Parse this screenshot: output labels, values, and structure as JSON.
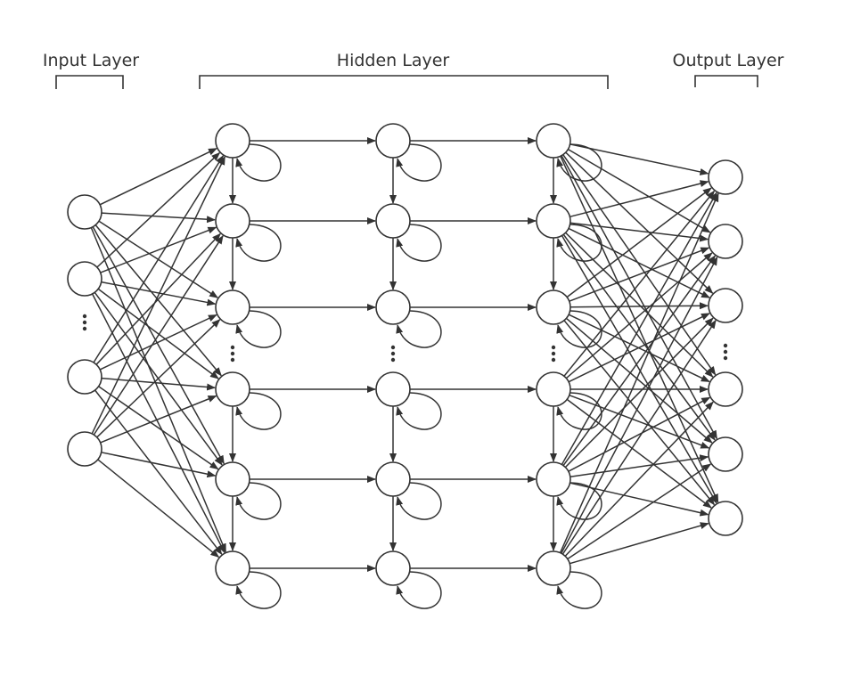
{
  "labels": {
    "input": "Input Layer",
    "hidden": "Hidden Layer",
    "output": "Output Layer"
  },
  "network": {
    "input_nodes": 4,
    "hidden_columns": 3,
    "hidden_nodes_per_column": 6,
    "output_nodes": 6,
    "input_ellipsis_after": 2,
    "hidden_ellipsis_after": 3,
    "output_ellipsis_after": 3
  },
  "colors": {
    "stroke": "#333333",
    "node_fill": "#ffffff",
    "background": "#ffffff"
  }
}
